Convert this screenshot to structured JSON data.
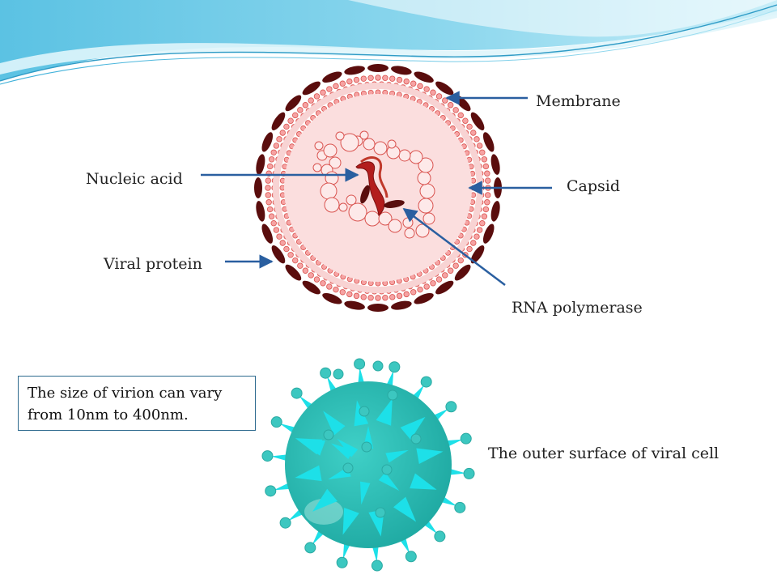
{
  "labels": {
    "membrane": "Membrane",
    "nucleic_acid": "Nucleic acid",
    "capsid": "Capsid",
    "viral_protein": "Viral protein",
    "rna_polymerase": "RNA polymerase",
    "outer_surface": "The outer surface of viral cell"
  },
  "note": {
    "line1": "The size of virion can vary",
    "line2": "from 10nm to 400nm."
  },
  "colors": {
    "arrow": "#2a5fa0",
    "capsid_fill": "#fbdede",
    "bead_fill": "#f6a3a3",
    "bead_stroke": "#d9534f",
    "glycoprotein": "#5a0d0d",
    "nucleic_acid": "#b31d1d",
    "sphere": "#2bbcb4",
    "spike": "#1de0e8",
    "knob": "#3cc7c0",
    "wave_top": "#6cc9e6"
  }
}
